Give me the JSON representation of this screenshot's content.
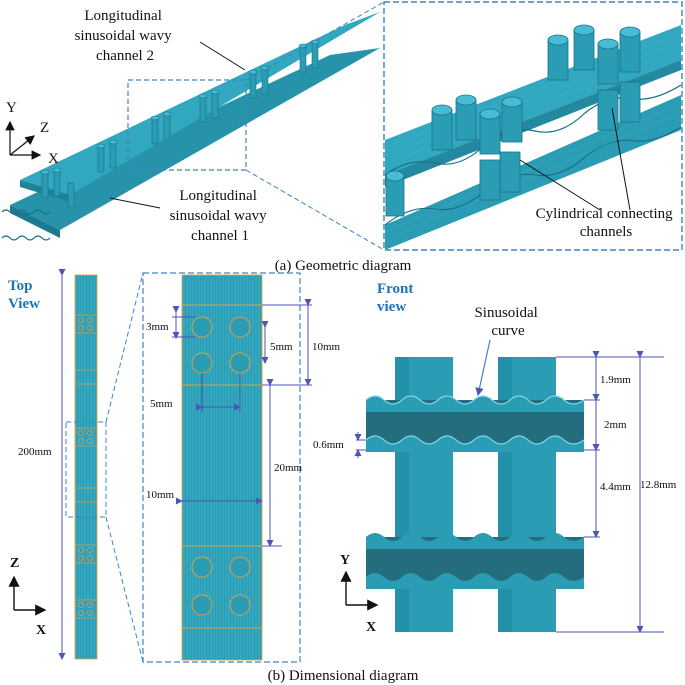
{
  "top": {
    "label_channel2": [
      "Longitudinal",
      "sinusoidal wavy",
      "channel 2"
    ],
    "label_channel1": [
      "Longitudinal",
      "sinusoidal wavy",
      "channel 1"
    ],
    "label_cyl": [
      "Cylindrical connecting",
      "channels"
    ],
    "axes": {
      "y": "Y",
      "z": "Z",
      "x": "X"
    },
    "caption": "(a) Geometric diagram"
  },
  "bottom": {
    "top_view": [
      "Top",
      "View"
    ],
    "front_view": [
      "Front",
      "view"
    ],
    "sinus_label": [
      "Sinusoidal",
      "curve"
    ],
    "axes_left": {
      "z": "Z",
      "x": "X"
    },
    "axes_right": {
      "y": "Y",
      "x": "X"
    },
    "dims": {
      "d200": "200mm",
      "d3": "3mm",
      "d5a": "5mm",
      "d10a": "10mm",
      "d5b": "5mm",
      "d20": "20mm",
      "d10b": "10mm",
      "d19": "1.9mm",
      "d2": "2mm",
      "d06": "0.6mm",
      "d44": "4.4mm",
      "d128": "12.8mm"
    },
    "caption": "(b) Dimensional diagram"
  },
  "colors": {
    "teal": "#2a9cb4",
    "teal_dark": "#1d7f95",
    "teal_light": "#3fb7cf",
    "orange": "#e0a040",
    "dim_blue": "#4c56b5",
    "dash_blue": "#3d84c6"
  }
}
